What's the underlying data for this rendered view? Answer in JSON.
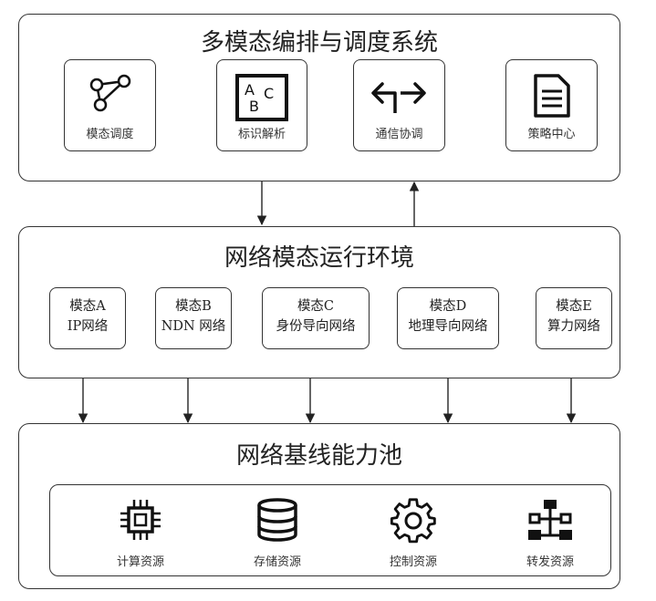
{
  "layers": {
    "orchestration": {
      "title": "多模态编排与调度系统",
      "nodes": [
        {
          "label": "模态调度",
          "icon": "graph-nodes-icon"
        },
        {
          "label": "标识解析",
          "icon": "abc-identifier-icon"
        },
        {
          "label": "通信协调",
          "icon": "fork-arrows-icon"
        },
        {
          "label": "策略中心",
          "icon": "document-icon"
        }
      ]
    },
    "runtime": {
      "title": "网络模态运行环境",
      "modes": [
        {
          "name": "模态A",
          "desc": "IP网络"
        },
        {
          "name": "模态B",
          "desc": "NDN 网络"
        },
        {
          "name": "模态C",
          "desc": "身份导向网络"
        },
        {
          "name": "模态D",
          "desc": "地理导向网络"
        },
        {
          "name": "模态E",
          "desc": "算力网络"
        }
      ]
    },
    "baseline": {
      "title": "网络基线能力池",
      "resources": [
        {
          "label": "计算资源",
          "icon": "cpu-chip-icon"
        },
        {
          "label": "存储资源",
          "icon": "database-icon"
        },
        {
          "label": "控制资源",
          "icon": "gear-icon"
        },
        {
          "label": "转发资源",
          "icon": "network-topology-icon"
        }
      ]
    }
  },
  "abc_icon_letters": {
    "a": "A",
    "b": "B",
    "c": "C"
  }
}
